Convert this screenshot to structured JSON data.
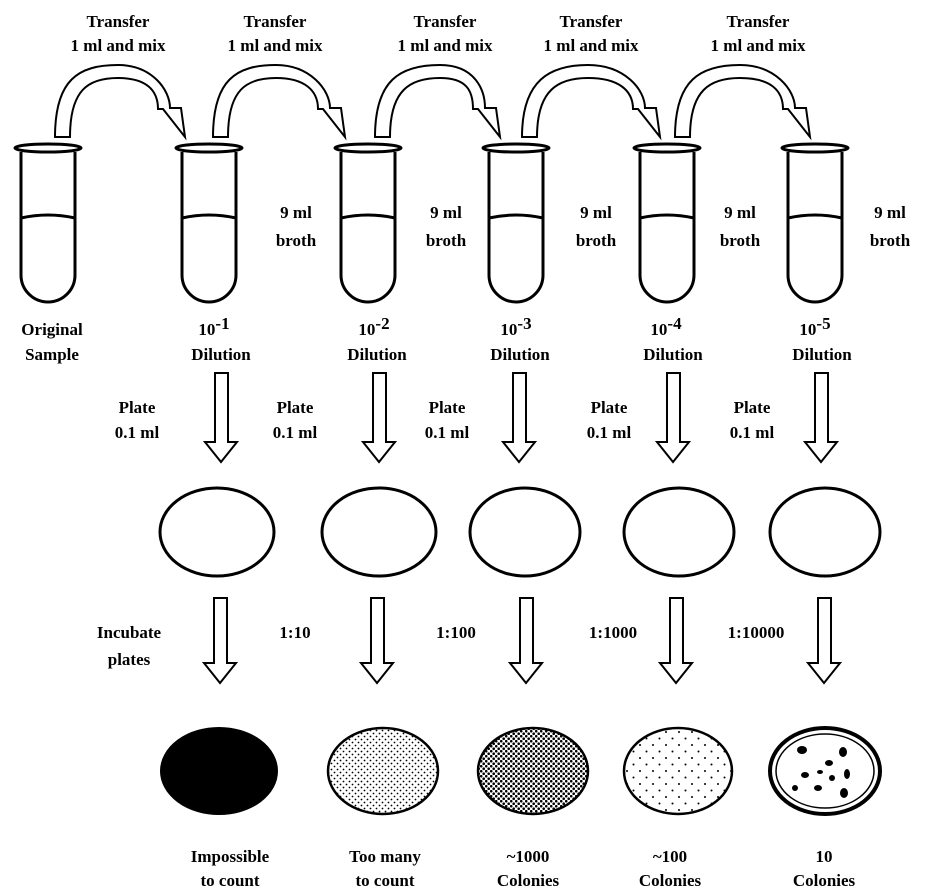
{
  "transfer_label": {
    "line1": "Transfer",
    "line2": "1 ml and mix"
  },
  "broth_label": {
    "line1": "9 ml",
    "line2": "broth"
  },
  "tubes": [
    {
      "line1": "Original",
      "line2": "Sample"
    },
    {
      "base": "10",
      "exp": "-1",
      "line2": "Dilution"
    },
    {
      "base": "10",
      "exp": "-2",
      "line2": "Dilution"
    },
    {
      "base": "10",
      "exp": "-3",
      "line2": "Dilution"
    },
    {
      "base": "10",
      "exp": "-4",
      "line2": "Dilution"
    },
    {
      "base": "10",
      "exp": "-5",
      "line2": "Dilution"
    }
  ],
  "plate_label": {
    "line1": "Plate",
    "line2": "0.1 ml"
  },
  "incubate_label": {
    "line1": "Incubate",
    "line2": "plates"
  },
  "ratios": [
    "1:10",
    "1:100",
    "1:1000",
    "1:10000"
  ],
  "results": [
    {
      "line1": "Impossible",
      "line2": "to count"
    },
    {
      "line1": "Too many",
      "line2": "to count"
    },
    {
      "line1": "~1000",
      "line2": "Colonies"
    },
    {
      "line1": "~100",
      "line2": "Colonies"
    },
    {
      "line1": "10",
      "line2": "Colonies"
    }
  ]
}
